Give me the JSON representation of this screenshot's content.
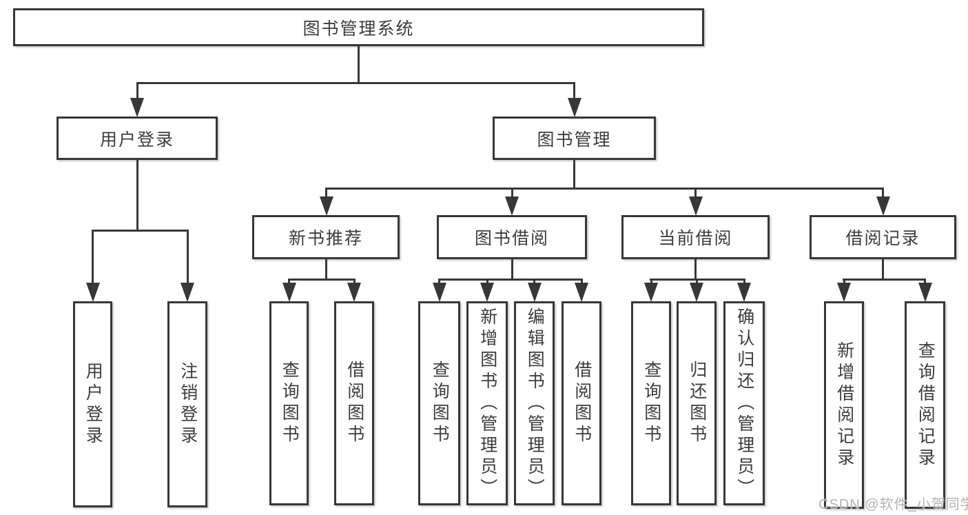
{
  "diagram": {
    "title": "图书管理系统",
    "root": {
      "label": "图书管理系统"
    },
    "level2": [
      {
        "label": "用户登录"
      },
      {
        "label": "图书管理"
      }
    ],
    "level3": [
      {
        "label": "新书推荐",
        "parent": "图书管理"
      },
      {
        "label": "图书借阅",
        "parent": "图书管理"
      },
      {
        "label": "当前借阅",
        "parent": "图书管理"
      },
      {
        "label": "借阅记录",
        "parent": "图书管理"
      }
    ],
    "leaves": [
      {
        "label": "用户登录",
        "parent": "用户登录"
      },
      {
        "label": "注销登录",
        "parent": "用户登录"
      },
      {
        "label": "查询图书",
        "parent": "新书推荐"
      },
      {
        "label": "借阅图书",
        "parent": "新书推荐"
      },
      {
        "label": "查询图书",
        "parent": "图书借阅"
      },
      {
        "label": "新增图书（管理员）",
        "parent": "图书借阅"
      },
      {
        "label": "编辑图书（管理员）",
        "parent": "图书借阅"
      },
      {
        "label": "借阅图书",
        "parent": "图书借阅"
      },
      {
        "label": "查询图书",
        "parent": "当前借阅"
      },
      {
        "label": "归还图书",
        "parent": "当前借阅"
      },
      {
        "label": "确认归还（管理员）",
        "parent": "当前借阅"
      },
      {
        "label": "新增借阅记录",
        "parent": "借阅记录"
      },
      {
        "label": "查询借阅记录",
        "parent": "借阅记录"
      }
    ],
    "colors": {
      "line": "#373737",
      "text": "#3c3c3c",
      "box_background": "#ffffff",
      "watermark": "#b2b2b2"
    }
  },
  "watermark": "CSDN @软件_小贺同学"
}
